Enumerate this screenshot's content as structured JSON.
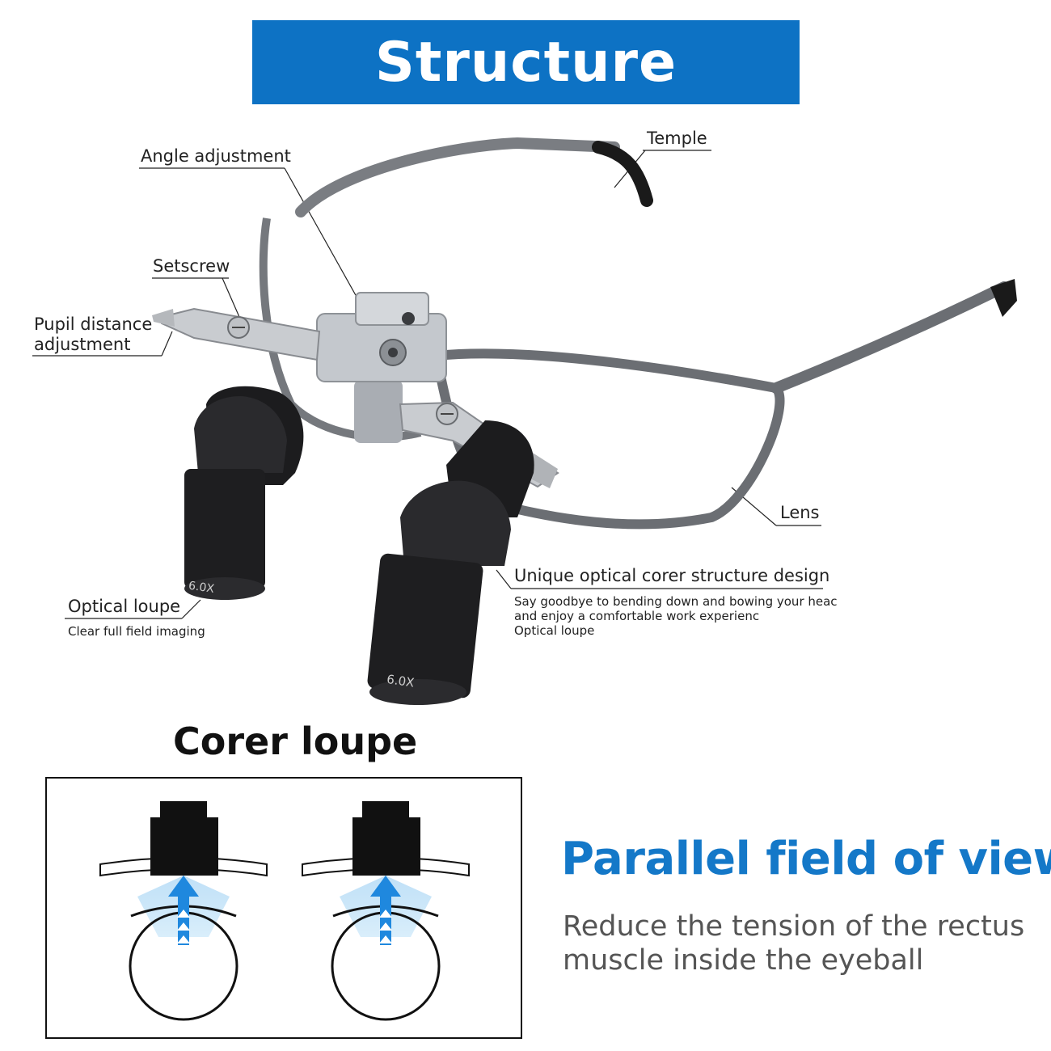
{
  "title": "Structure",
  "labels": {
    "temple": "Temple",
    "angle_adjustment": "Angle adjustment",
    "setscrew": "Setscrew",
    "pupil_distance_line1": "Pupil distance",
    "pupil_distance_line2": "adjustment",
    "lens": "Lens",
    "unique_title": "Unique optical corer structure design",
    "unique_desc_1": "Say goodbye to bending down and bowing your heac",
    "unique_desc_2": "and enjoy a comfortable work experienc",
    "unique_desc_3": "Optical loupe",
    "optical_loupe": "Optical loupe",
    "optical_loupe_desc": "Clear full field imaging",
    "magnification": "6.0X"
  },
  "corer": {
    "heading": "Corer loupe"
  },
  "parallel": {
    "heading": "Parallel field of view",
    "line1": "Reduce the tension of the rectus",
    "line2": "muscle inside the eyeball"
  },
  "colors": {
    "banner": "#0d72c4",
    "accent_blue": "#1478c8",
    "frame_gray": "#6b6e73",
    "arrow_blue": "#2a8fe0"
  }
}
